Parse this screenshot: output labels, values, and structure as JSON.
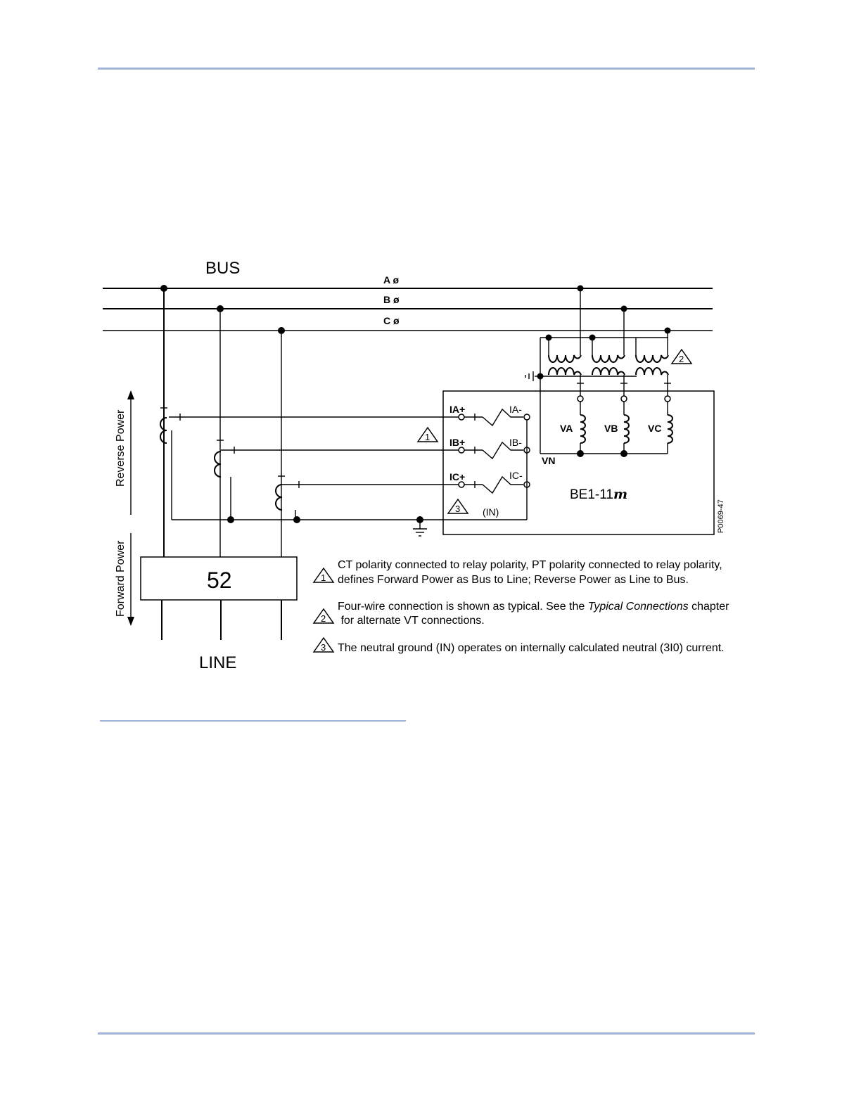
{
  "diagram": {
    "bus_label": "BUS",
    "line_label": "LINE",
    "phases": [
      "A ø",
      "B ø",
      "C ø"
    ],
    "breaker_label": "52",
    "power_directions": {
      "reverse": "Reverse Power",
      "forward": "Forward Power"
    },
    "relay": {
      "name_prefix": "BE1-11",
      "name_suffix": "m",
      "current_inputs": [
        {
          "pos": "IA+",
          "neg": "IA-"
        },
        {
          "pos": "IB+",
          "neg": "IB-"
        },
        {
          "pos": "IC+",
          "neg": "IC-"
        }
      ],
      "voltage_inputs": [
        "VA",
        "VB",
        "VC"
      ],
      "neutral": "VN",
      "neutral_current": "(IN)"
    },
    "figure_id": "P0069-47",
    "note_markers": [
      "1",
      "2",
      "3"
    ]
  },
  "notes": [
    {
      "marker": "1",
      "lines": [
        "CT polarity connected to relay polarity, PT polarity connected to relay polarity,",
        "defines Forward Power as Bus to Line; Reverse Power as Line to Bus."
      ]
    },
    {
      "marker": "2",
      "line1_before": "Four-wire connection is shown as typical. See the ",
      "line1_italic": "Typical Connections",
      "line1_after": " chapter",
      "line2": " for alternate VT connections."
    },
    {
      "marker": "3",
      "lines": [
        "The neutral ground (IN) operates on internally calculated neutral (3I0) current."
      ]
    }
  ]
}
